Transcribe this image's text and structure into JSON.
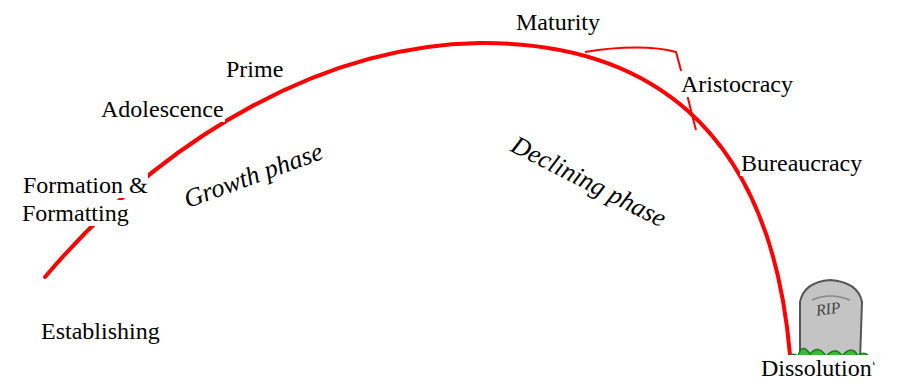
{
  "diagram": {
    "labels": [
      "Establishing",
      "Formation & Formatting",
      "Growth phase",
      "Adolescence",
      "Prime",
      "Maturity",
      "Aristocracy",
      "Bureaucracy",
      "Declining phase",
      "Dissolution",
      "RIP"
    ]
  }
}
